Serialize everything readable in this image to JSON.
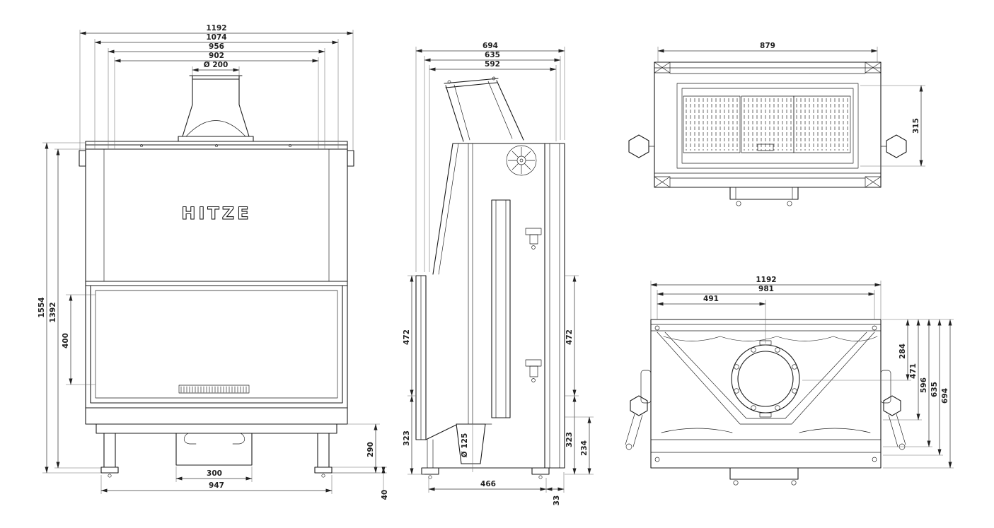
{
  "brand_logo": "HITZE",
  "dims": {
    "front": {
      "w1192": "1192",
      "w1074": "1074",
      "w956": "956",
      "w902": "902",
      "flue": "Ø 200",
      "h1554": "1554",
      "h1392": "1392",
      "h400": "400",
      "h290": "290",
      "w300": "300",
      "w947": "947",
      "h40": "40"
    },
    "side": {
      "d694": "694",
      "d635": "635",
      "d592": "592",
      "h472_left": "472",
      "h472_right": "472",
      "h323_left": "323",
      "h323_right": "323",
      "h234": "234",
      "flue": "Ø 125",
      "d466": "466",
      "d33": "33"
    },
    "top": {
      "w879": "879",
      "d315": "315"
    },
    "bottom": {
      "w1192": "1192",
      "w981": "981",
      "w491": "491",
      "h284": "284",
      "h471": "471",
      "h596": "596",
      "h635": "635",
      "h694": "694"
    }
  }
}
